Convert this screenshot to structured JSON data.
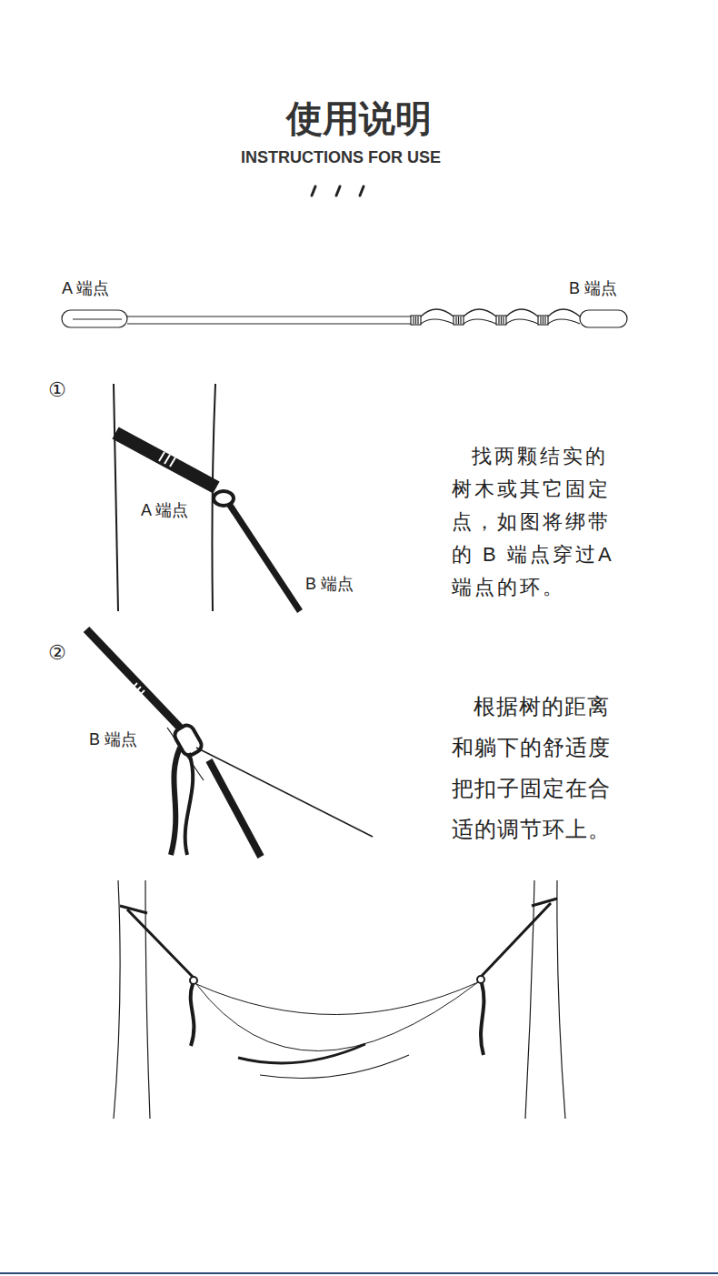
{
  "diagram": {
    "title": "使用说明",
    "labels": [
      "INSTRUCTIONS FOR USE",
      "A 端点",
      "B 端点",
      "①",
      "A 端点",
      "B 端点",
      "找两颗结实的树木或其它固定点，如图将绑带的 B 端点穿过A端点的环。",
      "②",
      "B 端点",
      "根据树的距离和躺下的舒适度把扣子固定在合适的调节环上。"
    ]
  }
}
